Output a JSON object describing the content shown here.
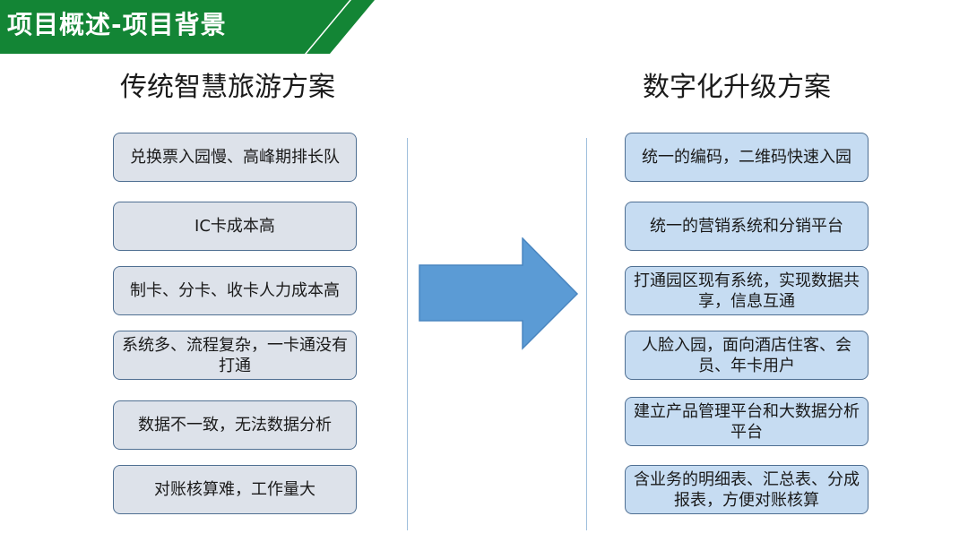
{
  "header": {
    "title": "项目概述-项目背景",
    "banner_color": "#138535",
    "accent_color": "#138535"
  },
  "left_column": {
    "heading": "传统智慧旅游方案",
    "box_color": "#dde2ea",
    "items": [
      "兑换票入园慢、高峰期排长队",
      "IC卡成本高",
      "制卡、分卡、收卡人力成本高",
      "系统多、流程复杂，一卡通没有打通",
      "数据不一致，无法数据分析",
      "对账核算难，工作量大"
    ]
  },
  "right_column": {
    "heading": "数字化升级方案",
    "box_color": "#c6dcf2",
    "items": [
      "统一的编码，二维码快速入园",
      "统一的营销系统和分销平台",
      "打通园区现有系统，实现数据共享，信息互通",
      "人脸入园，面向酒店住客、会员、年卡用户",
      "建立产品管理平台和大数据分析平台",
      "含业务的明细表、汇总表、分成报表，方便对账核算"
    ]
  },
  "arrow": {
    "icon": "right-arrow-icon",
    "color": "#5b9bd5"
  }
}
